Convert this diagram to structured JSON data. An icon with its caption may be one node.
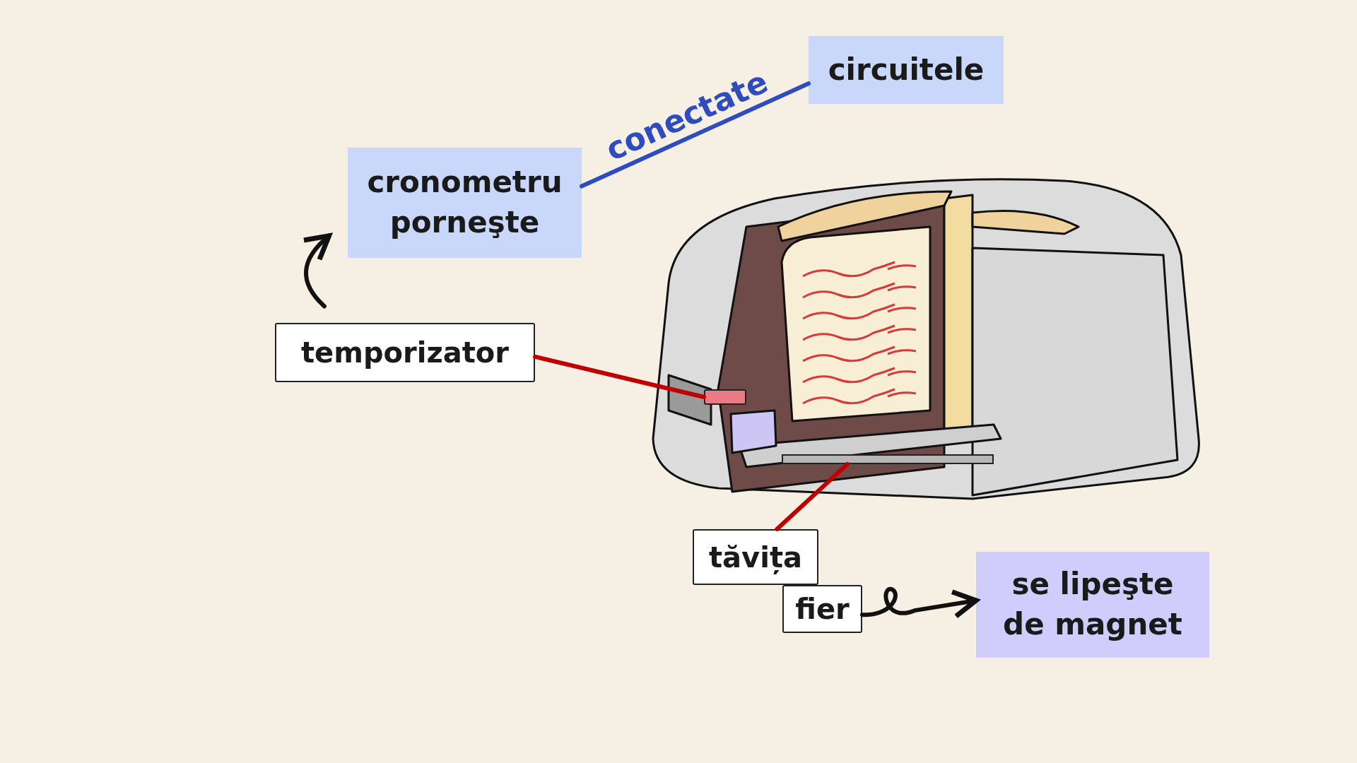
{
  "diagram": {
    "nodes": [
      {
        "text": [
          "circuitele"
        ]
      },
      {
        "text": [
          "cronometru porneşte"
        ]
      },
      {
        "text": [
          "temporizator"
        ]
      },
      {
        "text": [],
        "shape": "picture"
      },
      {
        "text": [],
        "shape": "box",
        "in": 3
      },
      {
        "text": [],
        "shape": "bar",
        "in": 3
      },
      {
        "text": [
          "tăvița"
        ]
      },
      {
        "text": [
          "fier"
        ]
      },
      {
        "text": [
          "se lipeşte de magnet"
        ]
      }
    ],
    "edges": [
      {
        "from": 1,
        "to": 0,
        "arrow": "none",
        "label": "conectate",
        "color": "#2f4cbf"
      },
      {
        "from": 2,
        "to": 1,
        "arrow": "to"
      },
      {
        "from": 2,
        "to": 4,
        "arrow": "none",
        "color": "#c00000"
      },
      {
        "from": 6,
        "to": 5,
        "arrow": "none",
        "color": "#c00000"
      },
      {
        "from": 7,
        "to": 8,
        "arrow": "to"
      }
    ]
  }
}
